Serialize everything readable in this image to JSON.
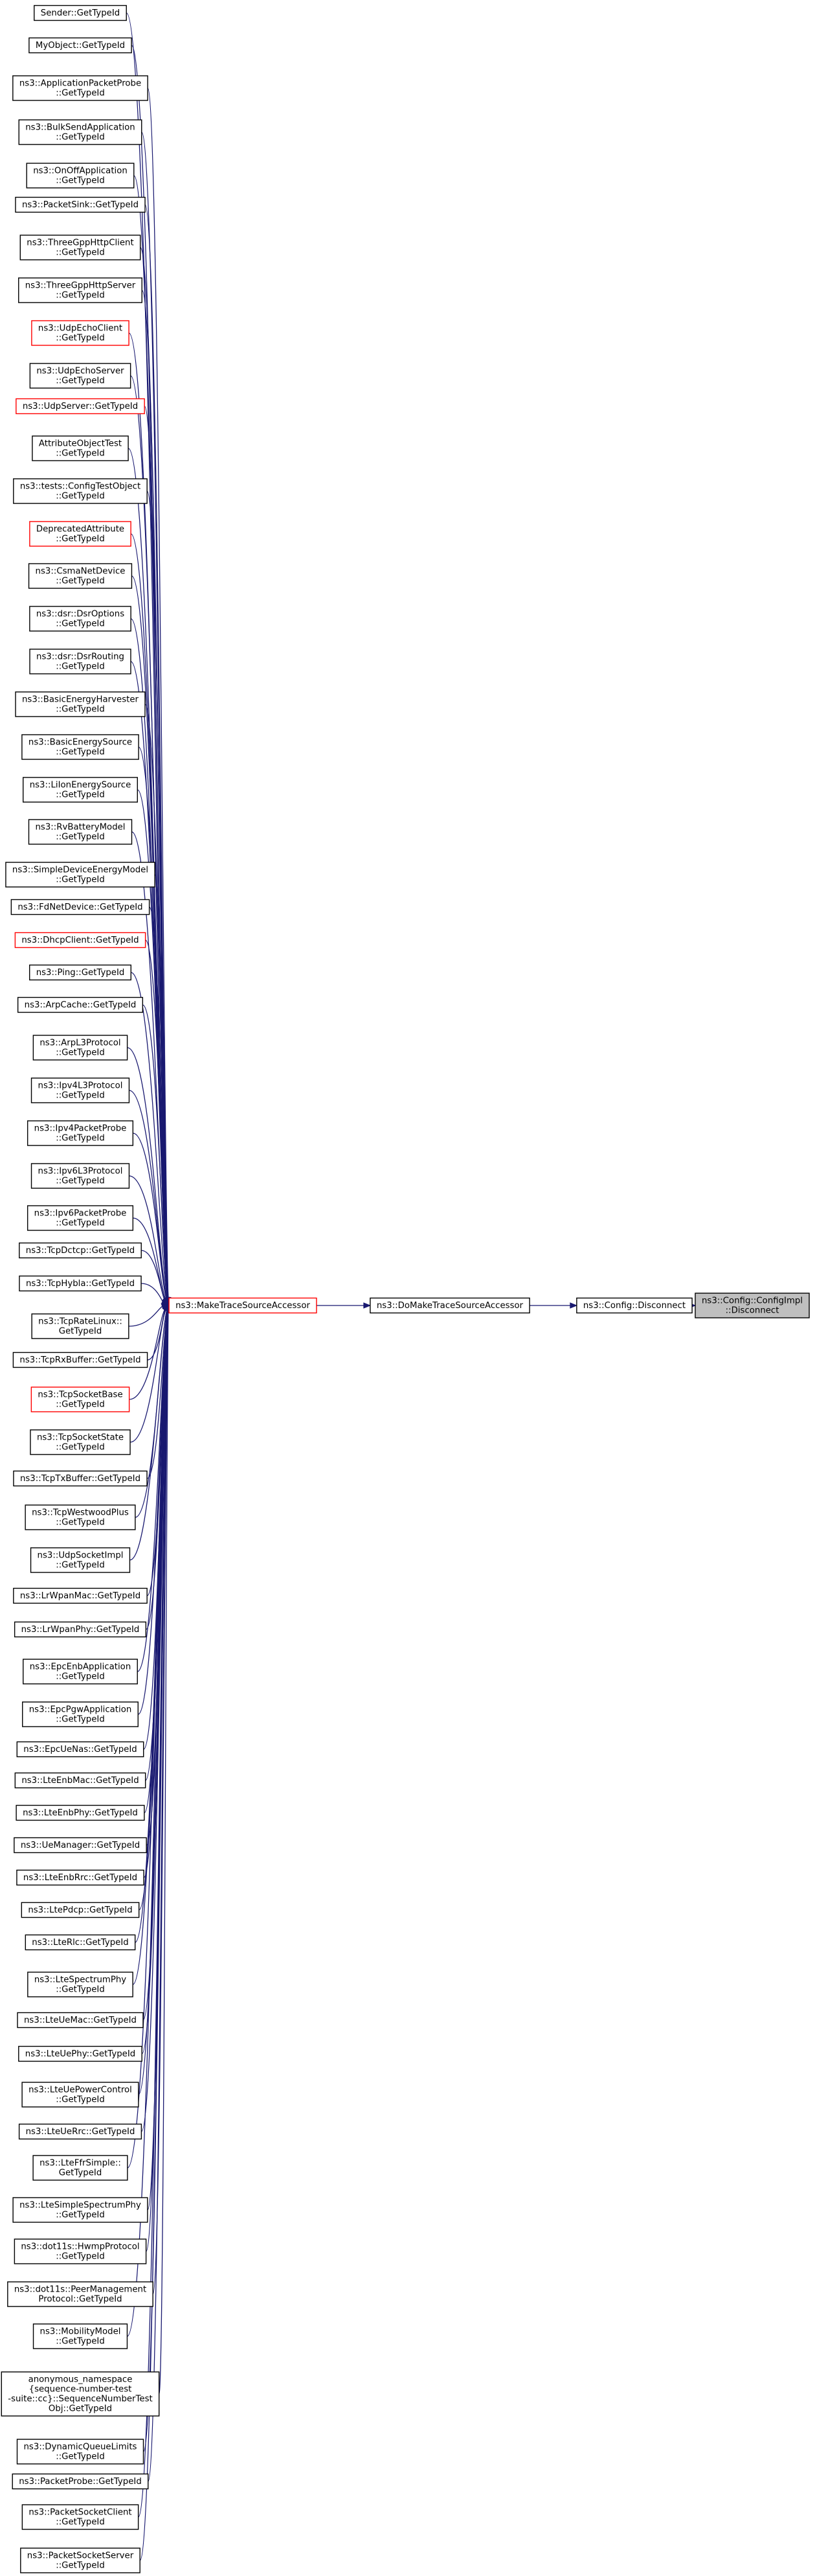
{
  "diagram": {
    "root": {
      "id": "root",
      "lines": [
        "ns3::Config::ConfigImpl",
        "::Disconnect"
      ]
    },
    "chain": [
      {
        "id": "config-disconnect",
        "lines": [
          "ns3::Config::Disconnect"
        ]
      },
      {
        "id": "do-make-trace-source-accessor",
        "lines": [
          "ns3::DoMakeTraceSourceAccessor"
        ]
      },
      {
        "id": "make-trace-source-accessor",
        "lines": [
          "ns3::MakeTraceSourceAccessor"
        ],
        "highlight": "red"
      }
    ],
    "callers": [
      {
        "lines": [
          "Sender::GetTypeId"
        ]
      },
      {
        "lines": [
          "MyObject::GetTypeId"
        ]
      },
      {
        "lines": [
          "ns3::ApplicationPacketProbe",
          "::GetTypeId"
        ]
      },
      {
        "lines": [
          "ns3::BulkSendApplication",
          "::GetTypeId"
        ]
      },
      {
        "lines": [
          "ns3::OnOffApplication",
          "::GetTypeId"
        ]
      },
      {
        "lines": [
          "ns3::PacketSink::GetTypeId"
        ]
      },
      {
        "lines": [
          "ns3::ThreeGppHttpClient",
          "::GetTypeId"
        ]
      },
      {
        "lines": [
          "ns3::ThreeGppHttpServer",
          "::GetTypeId"
        ]
      },
      {
        "lines": [
          "ns3::UdpEchoClient",
          "::GetTypeId"
        ],
        "highlight": "red"
      },
      {
        "lines": [
          "ns3::UdpEchoServer",
          "::GetTypeId"
        ]
      },
      {
        "lines": [
          "ns3::UdpServer::GetTypeId"
        ],
        "highlight": "red"
      },
      {
        "lines": [
          "AttributeObjectTest",
          "::GetTypeId"
        ]
      },
      {
        "lines": [
          "ns3::tests::ConfigTestObject",
          "::GetTypeId"
        ]
      },
      {
        "lines": [
          "DeprecatedAttribute",
          "::GetTypeId"
        ],
        "highlight": "red"
      },
      {
        "lines": [
          "ns3::CsmaNetDevice",
          "::GetTypeId"
        ]
      },
      {
        "lines": [
          "ns3::dsr::DsrOptions",
          "::GetTypeId"
        ]
      },
      {
        "lines": [
          "ns3::dsr::DsrRouting",
          "::GetTypeId"
        ]
      },
      {
        "lines": [
          "ns3::BasicEnergyHarvester",
          "::GetTypeId"
        ]
      },
      {
        "lines": [
          "ns3::BasicEnergySource",
          "::GetTypeId"
        ]
      },
      {
        "lines": [
          "ns3::LiIonEnergySource",
          "::GetTypeId"
        ]
      },
      {
        "lines": [
          "ns3::RvBatteryModel",
          "::GetTypeId"
        ]
      },
      {
        "lines": [
          "ns3::SimpleDeviceEnergyModel",
          "::GetTypeId"
        ]
      },
      {
        "lines": [
          "ns3::FdNetDevice::GetTypeId"
        ]
      },
      {
        "lines": [
          "ns3::DhcpClient::GetTypeId"
        ],
        "highlight": "red"
      },
      {
        "lines": [
          "ns3::Ping::GetTypeId"
        ]
      },
      {
        "lines": [
          "ns3::ArpCache::GetTypeId"
        ]
      },
      {
        "lines": [
          "ns3::ArpL3Protocol",
          "::GetTypeId"
        ]
      },
      {
        "lines": [
          "ns3::Ipv4L3Protocol",
          "::GetTypeId"
        ]
      },
      {
        "lines": [
          "ns3::Ipv4PacketProbe",
          "::GetTypeId"
        ]
      },
      {
        "lines": [
          "ns3::Ipv6L3Protocol",
          "::GetTypeId"
        ]
      },
      {
        "lines": [
          "ns3::Ipv6PacketProbe",
          "::GetTypeId"
        ]
      },
      {
        "lines": [
          "ns3::TcpDctcp::GetTypeId"
        ]
      },
      {
        "lines": [
          "ns3::TcpHybla::GetTypeId"
        ]
      },
      {
        "lines": [
          "ns3::TcpRateLinux::",
          "GetTypeId"
        ]
      },
      {
        "lines": [
          "ns3::TcpRxBuffer::GetTypeId"
        ]
      },
      {
        "lines": [
          "ns3::TcpSocketBase",
          "::GetTypeId"
        ],
        "highlight": "red"
      },
      {
        "lines": [
          "ns3::TcpSocketState",
          "::GetTypeId"
        ]
      },
      {
        "lines": [
          "ns3::TcpTxBuffer::GetTypeId"
        ]
      },
      {
        "lines": [
          "ns3::TcpWestwoodPlus",
          "::GetTypeId"
        ]
      },
      {
        "lines": [
          "ns3::UdpSocketImpl",
          "::GetTypeId"
        ]
      },
      {
        "lines": [
          "ns3::LrWpanMac::GetTypeId"
        ]
      },
      {
        "lines": [
          "ns3::LrWpanPhy::GetTypeId"
        ]
      },
      {
        "lines": [
          "ns3::EpcEnbApplication",
          "::GetTypeId"
        ]
      },
      {
        "lines": [
          "ns3::EpcPgwApplication",
          "::GetTypeId"
        ]
      },
      {
        "lines": [
          "ns3::EpcUeNas::GetTypeId"
        ]
      },
      {
        "lines": [
          "ns3::LteEnbMac::GetTypeId"
        ]
      },
      {
        "lines": [
          "ns3::LteEnbPhy::GetTypeId"
        ]
      },
      {
        "lines": [
          "ns3::UeManager::GetTypeId"
        ]
      },
      {
        "lines": [
          "ns3::LteEnbRrc::GetTypeId"
        ]
      },
      {
        "lines": [
          "ns3::LtePdcp::GetTypeId"
        ]
      },
      {
        "lines": [
          "ns3::LteRlc::GetTypeId"
        ]
      },
      {
        "lines": [
          "ns3::LteSpectrumPhy",
          "::GetTypeId"
        ]
      },
      {
        "lines": [
          "ns3::LteUeMac::GetTypeId"
        ]
      },
      {
        "lines": [
          "ns3::LteUePhy::GetTypeId"
        ]
      },
      {
        "lines": [
          "ns3::LteUePowerControl",
          "::GetTypeId"
        ]
      },
      {
        "lines": [
          "ns3::LteUeRrc::GetTypeId"
        ]
      },
      {
        "lines": [
          "ns3::LteFfrSimple::",
          "GetTypeId"
        ]
      },
      {
        "lines": [
          "ns3::LteSimpleSpectrumPhy",
          "::GetTypeId"
        ]
      },
      {
        "lines": [
          "ns3::dot11s::HwmpProtocol",
          "::GetTypeId"
        ]
      },
      {
        "lines": [
          "ns3::dot11s::PeerManagement",
          "Protocol::GetTypeId"
        ]
      },
      {
        "lines": [
          "ns3::MobilityModel",
          "::GetTypeId"
        ]
      },
      {
        "lines": [
          "anonymous_namespace",
          "{sequence-number-test",
          "-suite::cc}::SequenceNumberTest",
          "Obj::GetTypeId"
        ]
      },
      {
        "lines": [
          "ns3::DynamicQueueLimits",
          "::GetTypeId"
        ]
      },
      {
        "lines": [
          "ns3::PacketProbe::GetTypeId"
        ]
      },
      {
        "lines": [
          "ns3::PacketSocketClient",
          "::GetTypeId"
        ]
      },
      {
        "lines": [
          "ns3::PacketSocketServer",
          "::GetTypeId"
        ]
      }
    ]
  }
}
